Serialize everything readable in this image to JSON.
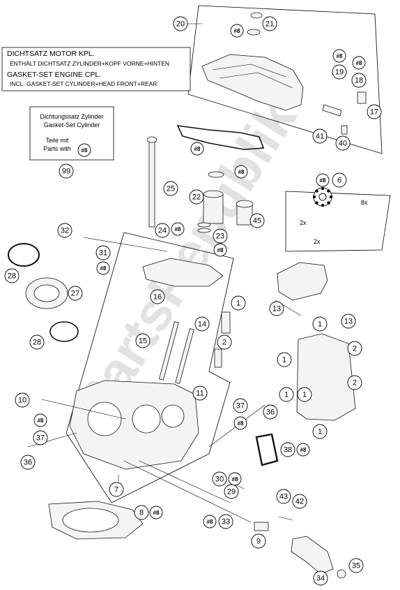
{
  "watermark": "PartsRepublik",
  "notes": {
    "gasket_set_de_title": "DICHTSATZ MOTOR KPL.",
    "gasket_set_de_detail": "ENTHÄLT DICHTSATZ ZYLINDER+KOPF VORNE+HINTEN",
    "gasket_set_en_title": "GASKET-SET ENGINE CPL.",
    "gasket_set_en_detail": "INCL. GASKET-SET CYLINDER+HEAD FRONT+REAR",
    "cyl_set_de": "Dichtungssatz Zylinder",
    "cyl_set_en": "Gasket-Set Cylinder",
    "parts_with_de": "Teile mit",
    "parts_with_en": "Parts with"
  },
  "labels": {
    "qty_8x": "8x",
    "qty_2x_a": "2x",
    "qty_2x_b": "2x"
  },
  "callouts": [
    {
      "id": "c20",
      "label": "20"
    },
    {
      "id": "c21",
      "label": "21"
    },
    {
      "id": "h1",
      "label": "#8"
    },
    {
      "id": "h2",
      "label": "#8"
    },
    {
      "id": "h3",
      "label": "#8"
    },
    {
      "id": "c19",
      "label": "19"
    },
    {
      "id": "c18",
      "label": "18"
    },
    {
      "id": "c17",
      "label": "17"
    },
    {
      "id": "c41",
      "label": "41"
    },
    {
      "id": "c40",
      "label": "40"
    },
    {
      "id": "h4",
      "label": "#8"
    },
    {
      "id": "c99",
      "label": "99"
    },
    {
      "id": "h5",
      "label": "#8"
    },
    {
      "id": "h6",
      "label": "#8"
    },
    {
      "id": "c25",
      "label": "25"
    },
    {
      "id": "c22",
      "label": "22"
    },
    {
      "id": "h7",
      "label": "#8"
    },
    {
      "id": "c6",
      "label": "6"
    },
    {
      "id": "c45",
      "label": "45"
    },
    {
      "id": "c24",
      "label": "24"
    },
    {
      "id": "h8",
      "label": "#8"
    },
    {
      "id": "c23",
      "label": "23"
    },
    {
      "id": "h9",
      "label": "#8"
    },
    {
      "id": "c32",
      "label": "32"
    },
    {
      "id": "c31",
      "label": "31"
    },
    {
      "id": "h10",
      "label": "#8"
    },
    {
      "id": "c28a",
      "label": "28"
    },
    {
      "id": "c27",
      "label": "27"
    },
    {
      "id": "c16",
      "label": "16"
    },
    {
      "id": "c13a",
      "label": "13"
    },
    {
      "id": "c13b",
      "label": "13"
    },
    {
      "id": "c1a",
      "label": "1"
    },
    {
      "id": "c14",
      "label": "14"
    },
    {
      "id": "c1b",
      "label": "1"
    },
    {
      "id": "c2a",
      "label": "2"
    },
    {
      "id": "c28b",
      "label": "28"
    },
    {
      "id": "c15",
      "label": "15"
    },
    {
      "id": "c2b",
      "label": "2"
    },
    {
      "id": "c1c",
      "label": "1"
    },
    {
      "id": "c2c",
      "label": "2"
    },
    {
      "id": "c1d",
      "label": "1"
    },
    {
      "id": "c1e",
      "label": "1"
    },
    {
      "id": "c1f",
      "label": "1"
    },
    {
      "id": "c11",
      "label": "11"
    },
    {
      "id": "c10",
      "label": "10"
    },
    {
      "id": "c37a",
      "label": "37"
    },
    {
      "id": "c36a",
      "label": "36"
    },
    {
      "id": "h11",
      "label": "#8"
    },
    {
      "id": "h12",
      "label": "#8"
    },
    {
      "id": "c37b",
      "label": "37"
    },
    {
      "id": "c36b",
      "label": "36"
    },
    {
      "id": "c38",
      "label": "38"
    },
    {
      "id": "h13",
      "label": "#8"
    },
    {
      "id": "c30",
      "label": "30"
    },
    {
      "id": "h14",
      "label": "#8"
    },
    {
      "id": "c7",
      "label": "7"
    },
    {
      "id": "c29",
      "label": "29"
    },
    {
      "id": "c43",
      "label": "43"
    },
    {
      "id": "c42",
      "label": "42"
    },
    {
      "id": "c8",
      "label": "8"
    },
    {
      "id": "h15",
      "label": "#8"
    },
    {
      "id": "h16",
      "label": "#8"
    },
    {
      "id": "c33",
      "label": "33"
    },
    {
      "id": "c9",
      "label": "9"
    },
    {
      "id": "c35",
      "label": "35"
    },
    {
      "id": "c34",
      "label": "34"
    }
  ]
}
